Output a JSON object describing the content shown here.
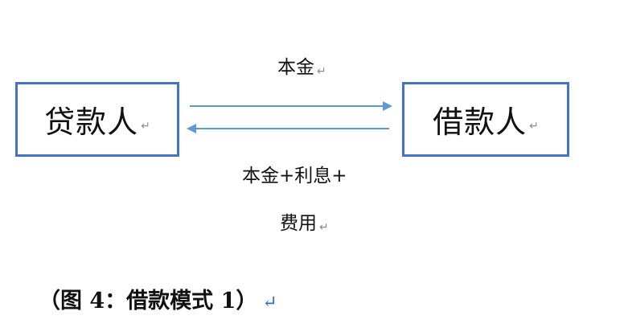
{
  "nodes": {
    "lender": "贷款人",
    "borrower": "借款人"
  },
  "flows": {
    "principal": "本金",
    "repayment_line1": "本金+利息+",
    "repayment_line2": "费用"
  },
  "caption": "（图 4：借款模式 1）",
  "paragraph_mark": "↵",
  "colors": {
    "box_border": "#4472c4",
    "arrow": "#5b9bd5",
    "caption_mark": "#2f6fd4"
  }
}
